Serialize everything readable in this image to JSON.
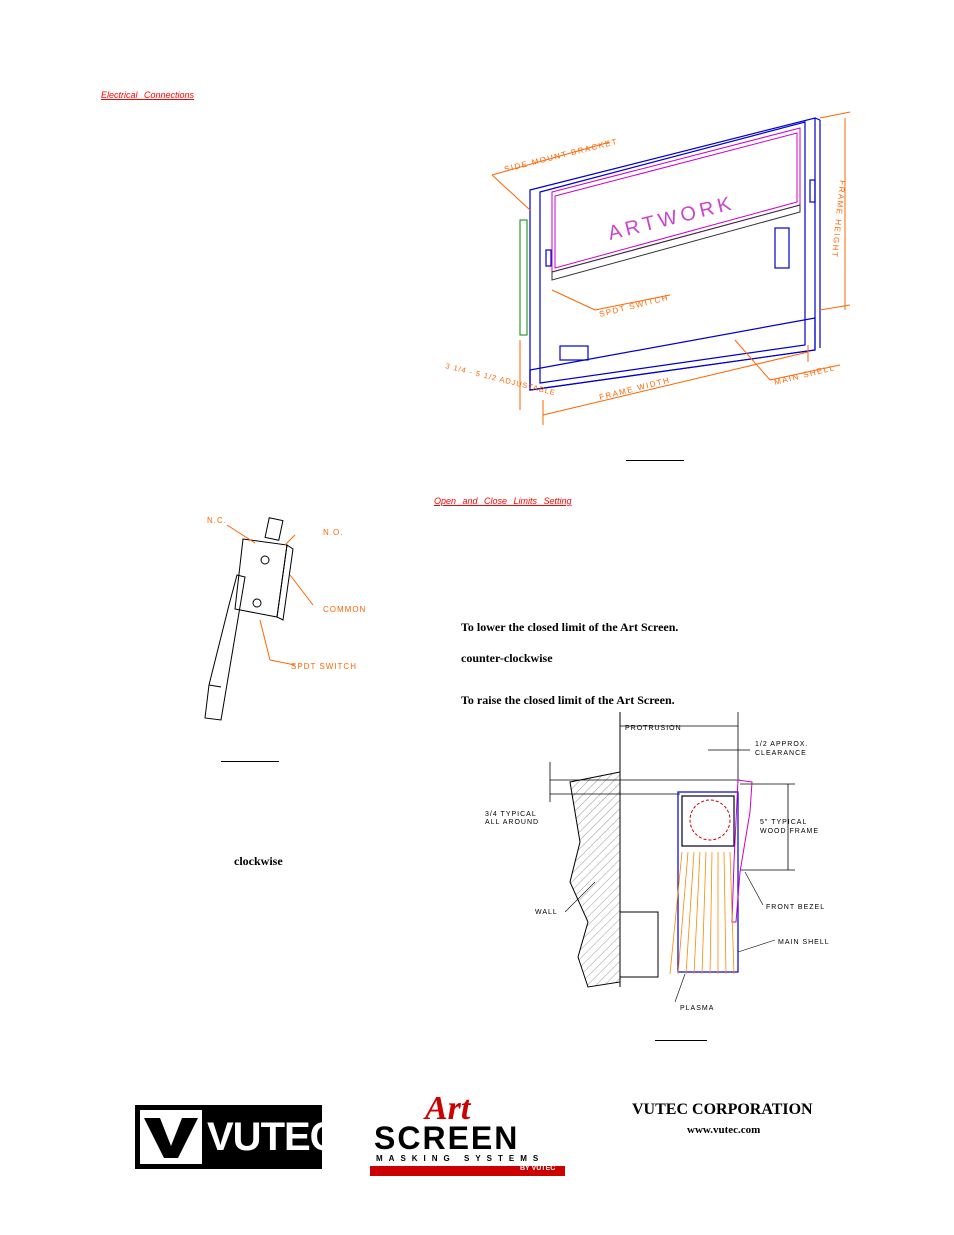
{
  "headings": {
    "electrical": "Electrical  Connections",
    "limits": "Open  and  Close  Limits  Setting"
  },
  "text": {
    "lower_limit": "To lower the closed limit of the Art Screen.",
    "counter_clockwise": "counter-clockwise",
    "raise_limit": "To raise the closed limit of the Art Screen.",
    "clockwise": "clockwise"
  },
  "figure1": {
    "side_mount": "SIDE MOUNT BRACKET",
    "artwork": "ARTWORK",
    "spdt": "SPDT SWITCH",
    "frame_height": "FRAME HEIGHT",
    "adjustable": "3 1/4 - 5 1/2 ADJUSTABLE",
    "frame_width": "FRAME WIDTH",
    "main_shell": "MAIN SHELL"
  },
  "figure2": {
    "nc": "N.C.",
    "no": "N.O.",
    "common": "COMMON",
    "spdt": "SPDT SWITCH"
  },
  "figure3": {
    "protrusion": "PROTRUSION",
    "clearance_1": "1/2 APPROX.",
    "clearance_2": "CLEARANCE",
    "typical_1": "3/4 TYPICAL",
    "typical_2": "ALL AROUND",
    "wood_1": "5\" TYPICAL",
    "wood_2": "WOOD FRAME",
    "wall": "WALL",
    "front_bezel": "FRONT BEZEL",
    "main_shell": "MAIN SHELL",
    "plasma": "PLASMA"
  },
  "footer": {
    "vutec_logo": "VUTEC",
    "art_logo_script": "Art",
    "art_logo_screen": "SCREEN",
    "art_logo_sub": "MASKING SYSTEMS",
    "art_logo_by": "BY VUTEC",
    "company": "VUTEC CORPORATION",
    "website": "www.vutec.com"
  },
  "colors": {
    "heading": "#ff0000",
    "dim_orange": "#ff6600",
    "frame_blue": "#0000cc",
    "artwork_magenta": "#cc00cc",
    "plasma_orange": "#ff8800"
  }
}
